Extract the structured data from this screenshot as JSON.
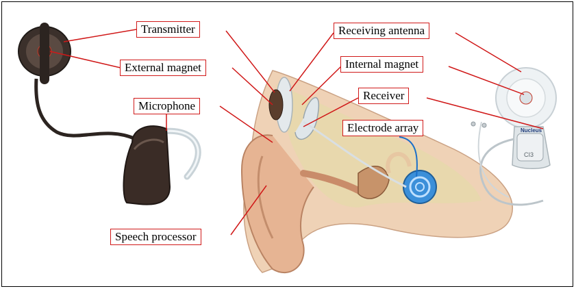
{
  "labels": {
    "transmitter": "Transmitter",
    "external_magnet": "External magnet",
    "microphone": "Microphone",
    "speech_processor": "Speech processor",
    "receiving_antenna": "Receiving antenna",
    "internal_magnet": "Internal magnet",
    "receiver": "Receiver",
    "electrode_array": "Electrode array"
  },
  "implant_text": {
    "brand": "Nucleus",
    "model": "CI3"
  },
  "colors": {
    "label_border": "#d01818",
    "leader_line": "#d01818",
    "electrode_line": "#1a6fc9",
    "skin": "#e8c3a2",
    "cochlea_blue": "#3b8fd9",
    "processor_dark": "#3a2c26"
  }
}
